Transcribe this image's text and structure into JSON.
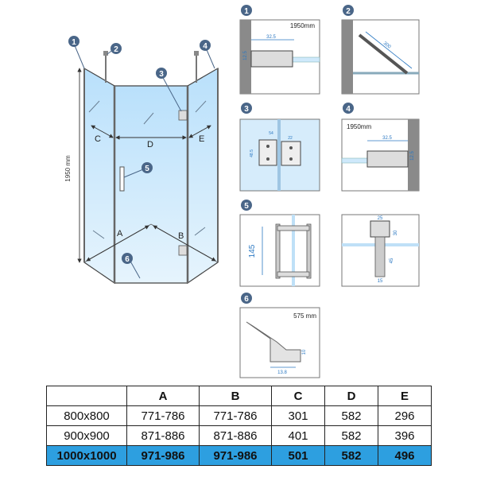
{
  "main": {
    "labels": {
      "A": "A",
      "B": "B",
      "C": "C",
      "D": "D",
      "E": "E"
    },
    "height": "1950 mm",
    "callouts": [
      "1",
      "2",
      "3",
      "4",
      "5",
      "6"
    ]
  },
  "details": {
    "d1": {
      "num": "1",
      "height": "1950mm",
      "dim_h": "32.5",
      "dim_v": "12.5"
    },
    "d2": {
      "num": "2",
      "dim": "300"
    },
    "d3": {
      "num": "3",
      "dim_a": "54",
      "dim_b": "48.5",
      "dim_c": "22"
    },
    "d4": {
      "num": "4",
      "height": "1950mm",
      "dim_h": "32.5",
      "dim_v": "12.5"
    },
    "d5": {
      "num": "5",
      "length": "145"
    },
    "d6a": {
      "dim_top": "25",
      "dim_a": "30",
      "dim_b": "45",
      "dim_c": "15"
    },
    "d6": {
      "num": "6",
      "length": "575 mm",
      "dim_h": "10",
      "dim_w": "13.8"
    }
  },
  "table": {
    "headers": [
      "",
      "A",
      "B",
      "C",
      "D",
      "E"
    ],
    "rows": [
      [
        "800x800",
        "771-786",
        "771-786",
        "301",
        "582",
        "296"
      ],
      [
        "900x900",
        "871-886",
        "871-886",
        "401",
        "582",
        "396"
      ],
      [
        "1000x1000",
        "971-986",
        "971-986",
        "501",
        "582",
        "496"
      ]
    ]
  },
  "colors": {
    "glass": "#cfe9fb",
    "highlight": "#2d9fe0",
    "frame": "#555555",
    "callout": "#4a6688"
  }
}
